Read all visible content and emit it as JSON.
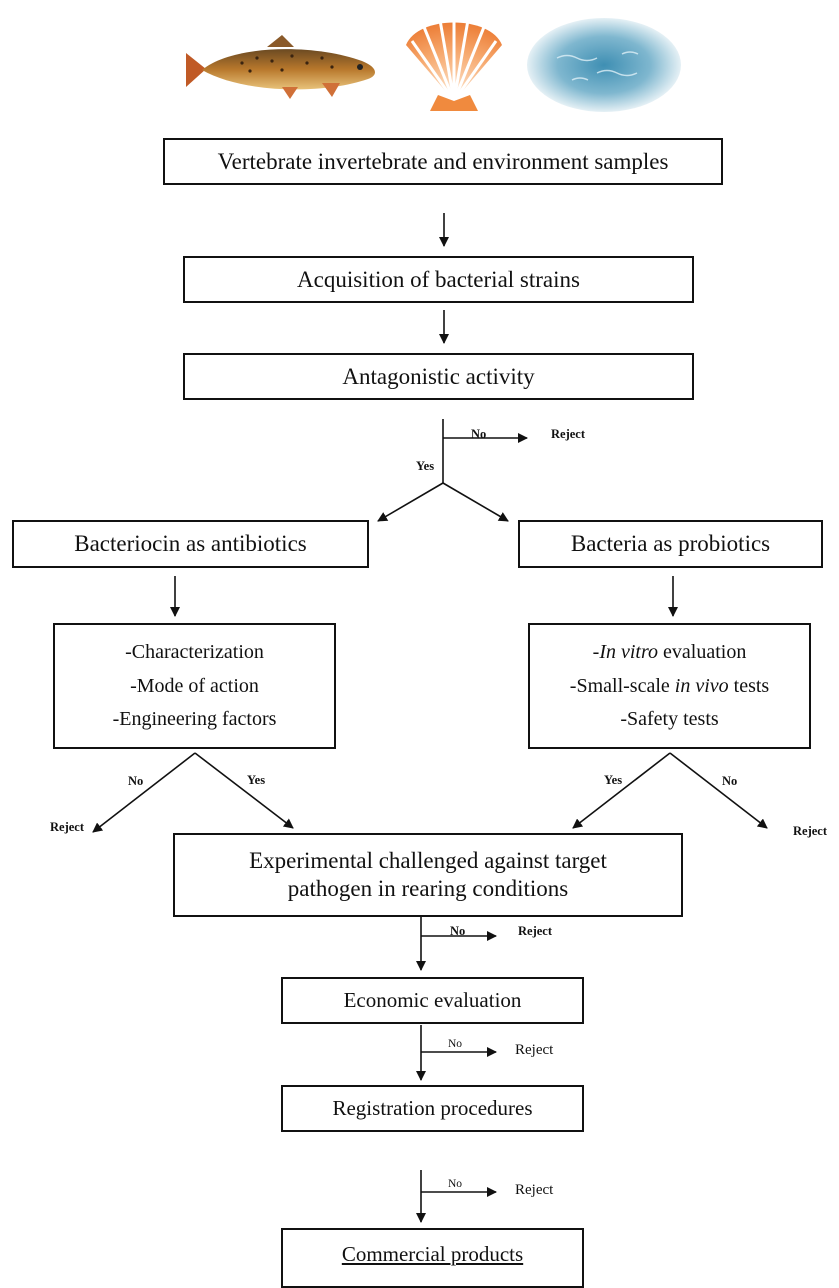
{
  "header": {
    "box": "Vertebrate invertebrate and environment samples",
    "images": [
      "trout-fish",
      "scallop-shell",
      "water-surface"
    ]
  },
  "steps": {
    "acquisition": "Acquisition of bacterial strains",
    "antagonistic": "Antagonistic activity",
    "bacteriocin": "Bacteriocin as antibiotics",
    "probiotics": "Bacteria as probiotics",
    "left_tests": [
      "-Characterization",
      "-Mode of action",
      "-Engineering factors"
    ],
    "right_tests": {
      "t1_prefix": "-",
      "t1_italic": "In vitro",
      "t1_suffix": " evaluation",
      "t2_prefix": "-Small-scale ",
      "t2_italic": "in vivo",
      "t2_suffix": " tests",
      "t3": "-Safety tests"
    },
    "experimental_line1": "Experimental challenged against target",
    "experimental_line2": "pathogen in rearing conditions",
    "economic": "Economic evaluation",
    "registration": "Registration procedures",
    "commercial": "Commercial products"
  },
  "labels": {
    "yes": "Yes",
    "no": "No",
    "reject": "Reject"
  }
}
